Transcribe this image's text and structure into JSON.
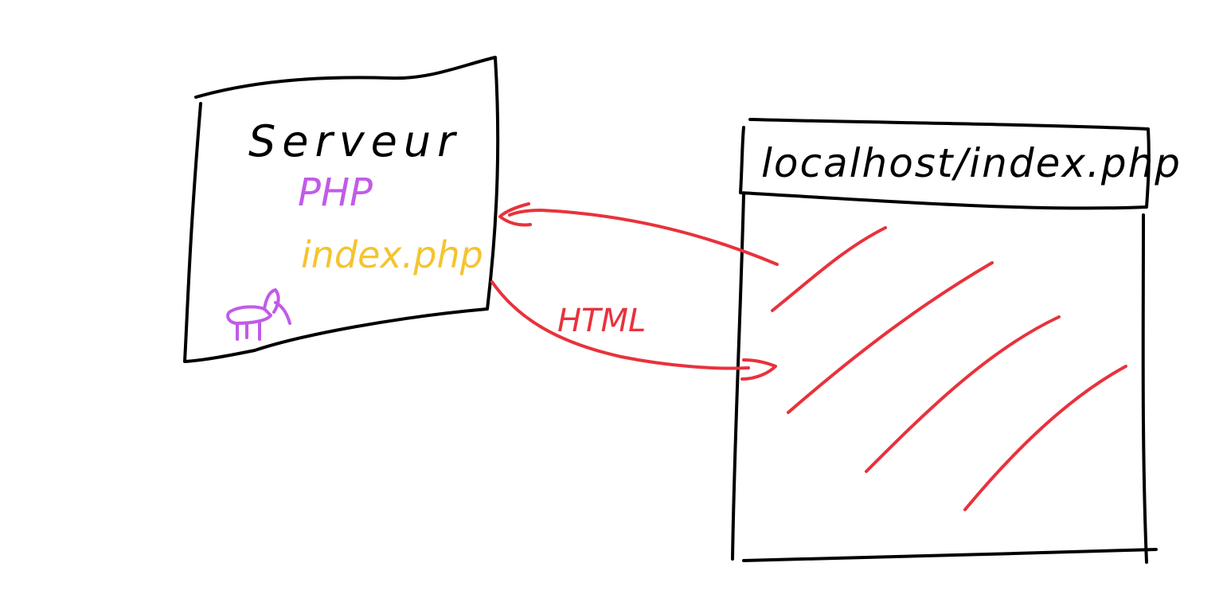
{
  "server": {
    "title": "Serveur",
    "language": "PHP",
    "file": "index.php",
    "mascot_icon": "elephant-icon"
  },
  "browser": {
    "address": "localhost/index.php",
    "content_icon": "hatched-page-icon"
  },
  "arrows": {
    "response_label": "HTML"
  },
  "colors": {
    "ink": "#000000",
    "arrows": "#e8323c",
    "php": "#c15be8",
    "file": "#f4c430"
  }
}
